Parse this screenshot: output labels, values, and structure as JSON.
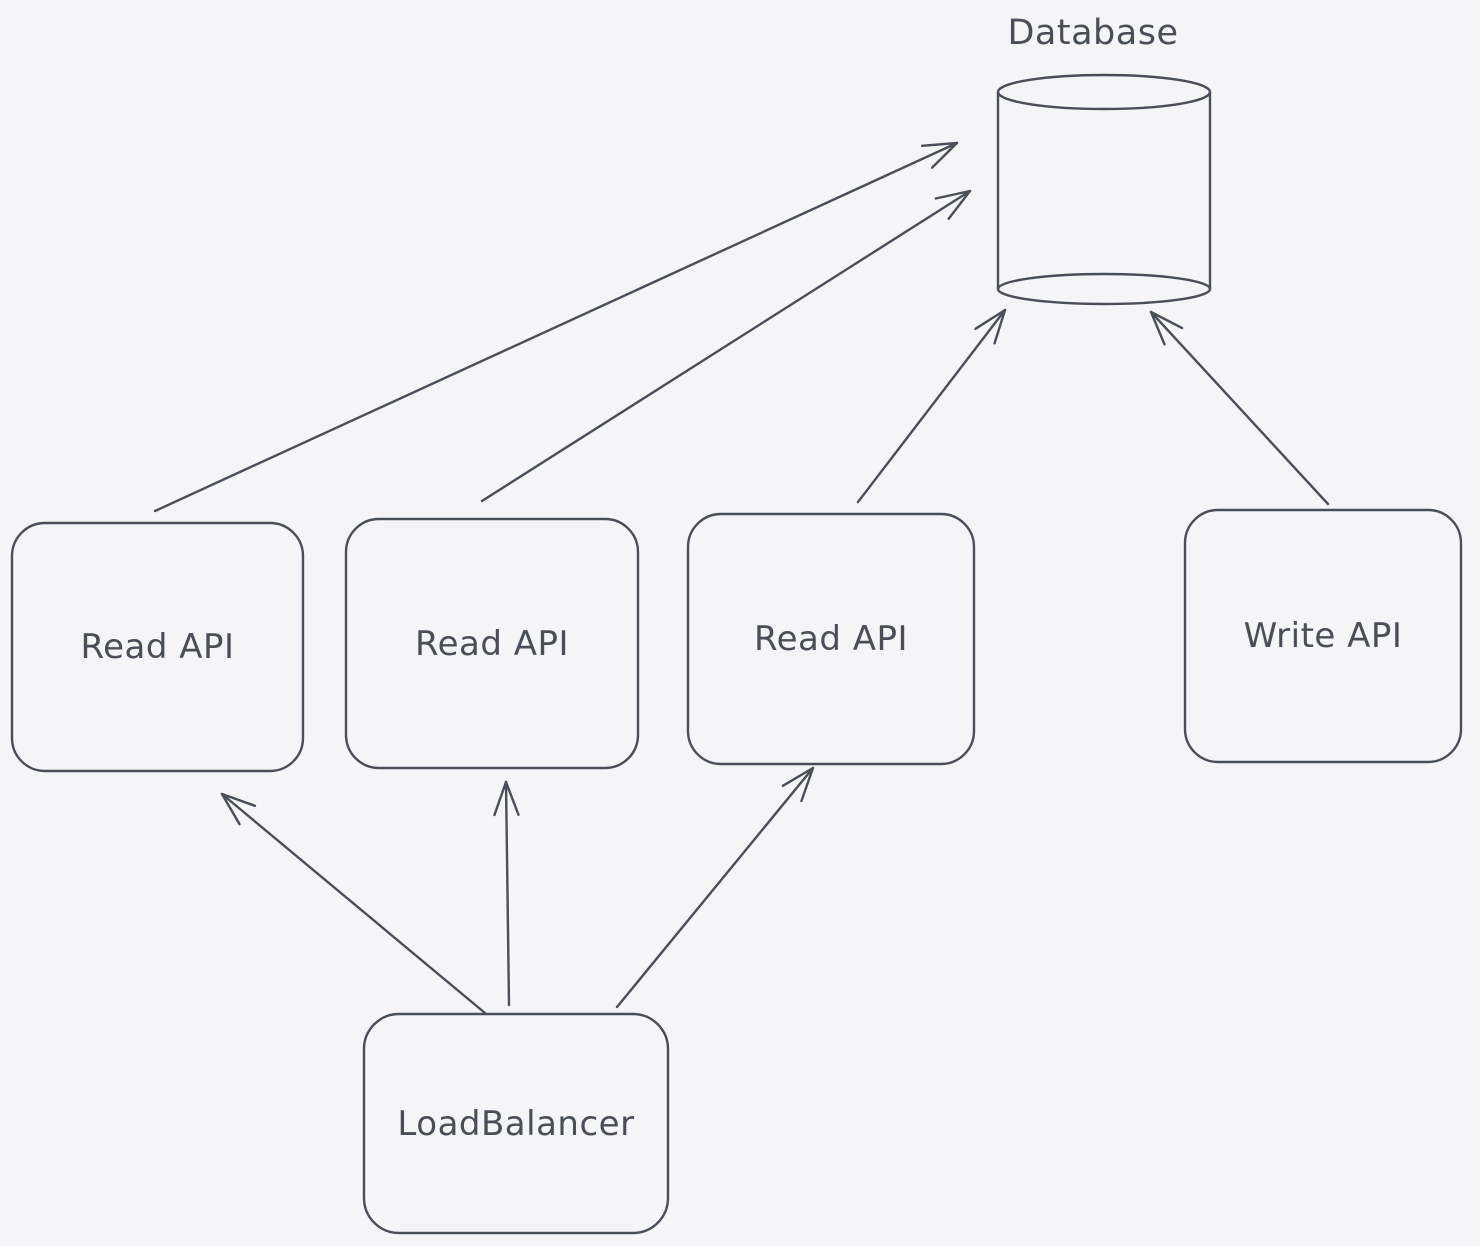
{
  "canvas": {
    "background_color": "#f5f5f7",
    "stroke_color": "#4a4e58"
  },
  "diagram": {
    "nodes": [
      {
        "id": "database",
        "label": "Database",
        "shape": "cylinder"
      },
      {
        "id": "read-api-1",
        "label": "Read API",
        "shape": "rectangle"
      },
      {
        "id": "read-api-2",
        "label": "Read API",
        "shape": "rectangle"
      },
      {
        "id": "read-api-3",
        "label": "Read API",
        "shape": "rectangle"
      },
      {
        "id": "write-api",
        "label": "Write API",
        "shape": "rectangle"
      },
      {
        "id": "loadbalancer",
        "label": "LoadBalancer",
        "shape": "rectangle"
      }
    ],
    "edges": [
      {
        "from": "read-api-1",
        "to": "database"
      },
      {
        "from": "read-api-2",
        "to": "database"
      },
      {
        "from": "read-api-3",
        "to": "database"
      },
      {
        "from": "write-api",
        "to": "database"
      },
      {
        "from": "loadbalancer",
        "to": "read-api-1"
      },
      {
        "from": "loadbalancer",
        "to": "read-api-2"
      },
      {
        "from": "loadbalancer",
        "to": "read-api-3"
      }
    ]
  }
}
